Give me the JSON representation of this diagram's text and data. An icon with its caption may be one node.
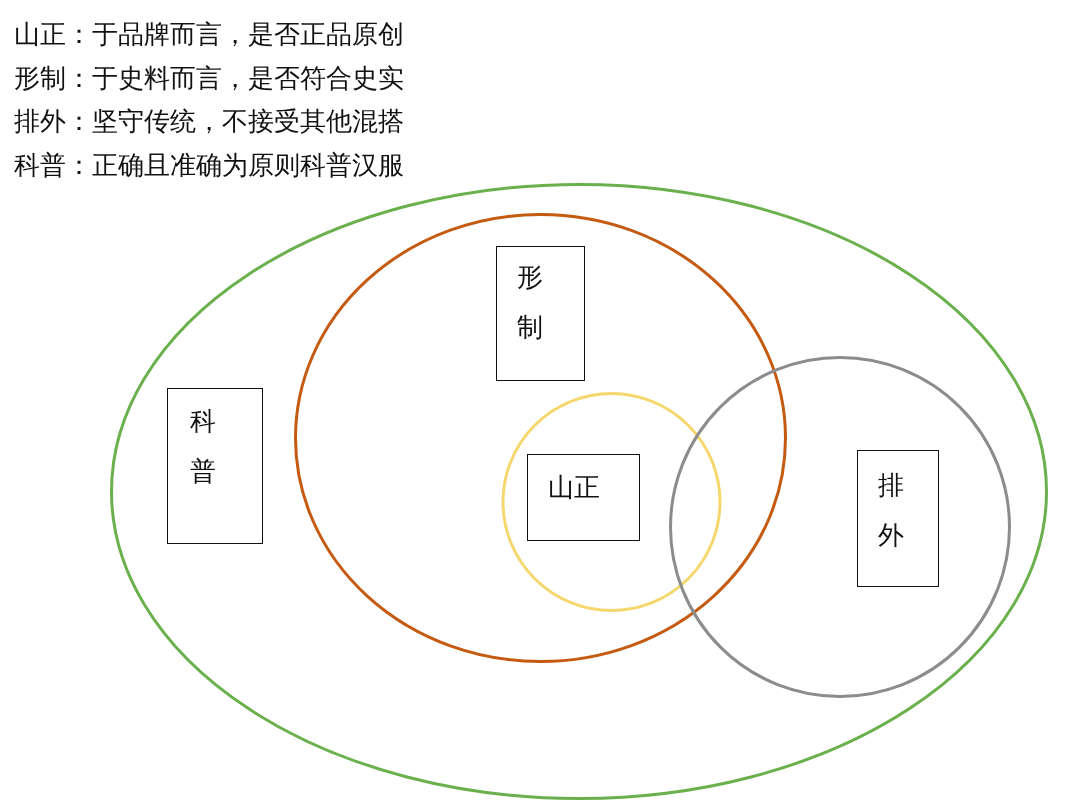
{
  "diagram": {
    "nodes": [
      {
        "text": [],
        "shape": "ellipse"
      },
      {
        "text": [
          "科普"
        ],
        "in": 0
      },
      {
        "text": [],
        "shape": "ellipse",
        "in": 0
      },
      {
        "text": [
          "形制"
        ],
        "in": 2
      },
      {
        "text": [],
        "shape": "circle",
        "in": 2
      },
      {
        "text": [
          "山正"
        ],
        "in": 4
      },
      {
        "text": [],
        "shape": "circle",
        "in": 0
      },
      {
        "text": [
          "排外"
        ],
        "in": 6
      }
    ],
    "labels": [
      "山正：于品牌而言，是否正品原创",
      "形制：于史料而言，是否符合史实",
      "排外：坚守传统，不接受其他混搭",
      "科普：正确且准确为原则科普汉服"
    ]
  }
}
